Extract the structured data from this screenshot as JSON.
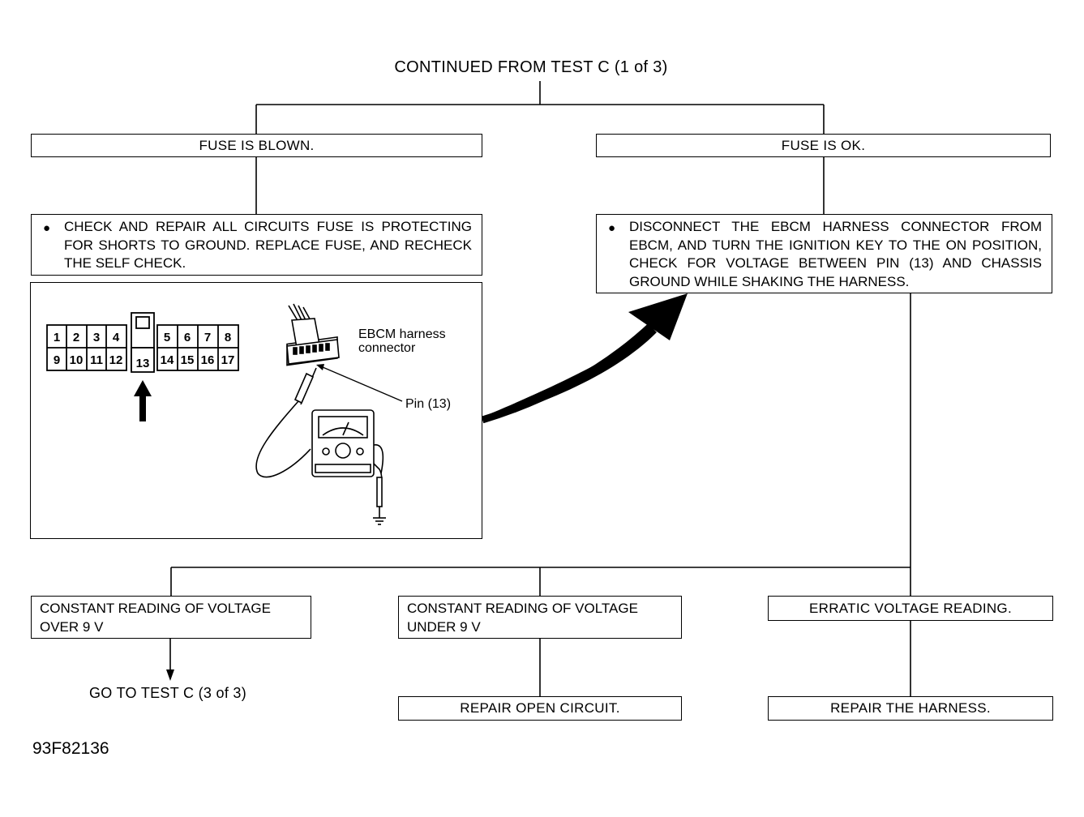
{
  "header": "CONTINUED FROM TEST C  (1 of 3)",
  "branches": {
    "fuse_blown": "FUSE IS BLOWN.",
    "fuse_ok": "FUSE IS OK."
  },
  "actions": {
    "check_repair": "CHECK AND REPAIR ALL CIRCUITS FUSE IS PROTECTING FOR SHORTS TO GROUND. REPLACE FUSE, AND RECHECK THE SELF CHECK.",
    "disconnect": "DISCONNECT THE EBCM HARNESS CONNECTOR FROM EBCM, AND TURN THE IGNITION KEY TO THE ON POSITION, CHECK FOR VOLTAGE BETWEEN PIN (13) AND CHASSIS GROUND WHILE SHAKING THE HARNESS."
  },
  "illustration": {
    "pins_top": [
      "1",
      "2",
      "3",
      "4",
      "5",
      "6",
      "7",
      "8"
    ],
    "pins_bottom": [
      "9",
      "10",
      "11",
      "12",
      "13",
      "14",
      "15",
      "16",
      "17"
    ],
    "connector_label_1": "EBCM harness",
    "connector_label_2": "connector",
    "pin_label": "Pin (13)"
  },
  "results": {
    "over_9v": "CONSTANT READING OF VOLTAGE OVER 9 V",
    "under_9v": "CONSTANT READING OF VOLTAGE UNDER 9 V",
    "erratic": "ERRATIC VOLTAGE READING."
  },
  "outcomes": {
    "goto_test": "GO TO TEST C (3 of 3)",
    "repair_open": "REPAIR OPEN CIRCUIT.",
    "repair_harness": "REPAIR THE HARNESS."
  },
  "figure_code": "93F82136"
}
